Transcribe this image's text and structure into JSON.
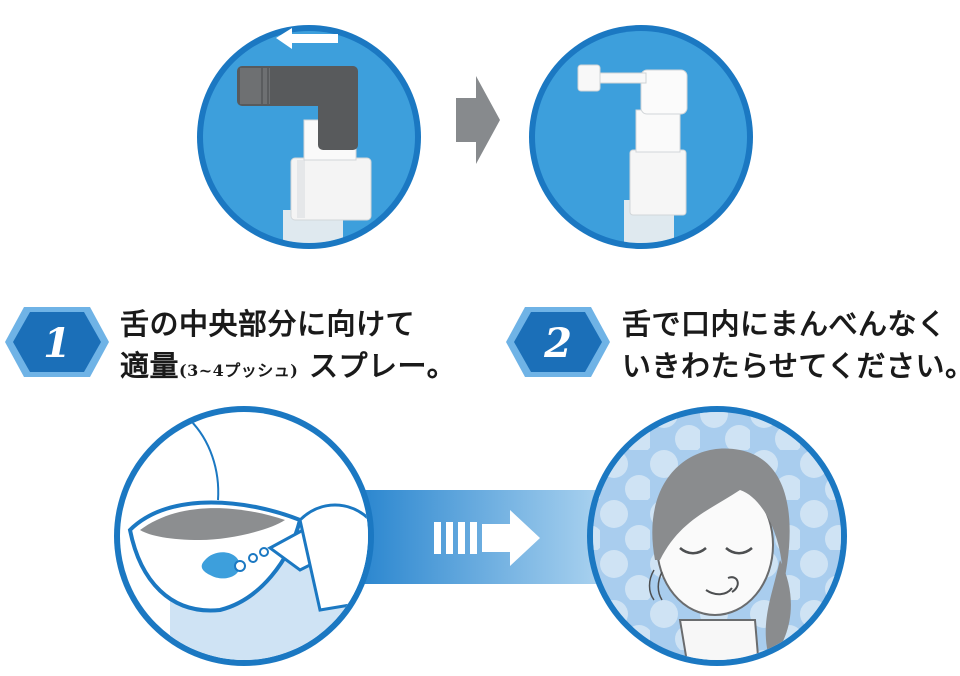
{
  "steps": [
    {
      "number": "1",
      "line1": "舌の中央部分に向けて",
      "line2_main": "適量",
      "line2_note": "(3~4プッシュ)",
      "line2_end": "スプレー。"
    },
    {
      "number": "2",
      "line1": "舌で口内にまんべんなく",
      "line2": "いきわたらせてください。"
    }
  ],
  "colors": {
    "circle_fill": "#3d9fdc",
    "circle_ring": "#1b78c2",
    "arrow_gray": "#878a8d",
    "badge_dark": "#1b6fb8",
    "badge_light": "#6fb3e6"
  }
}
